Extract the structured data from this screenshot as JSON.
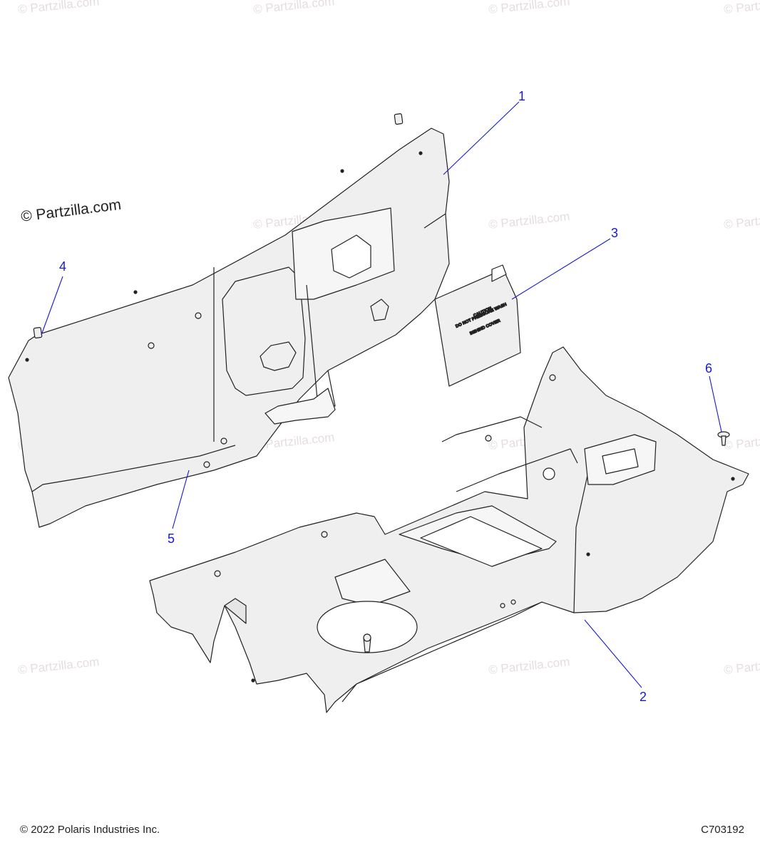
{
  "watermark": {
    "text": "© Partzilla.com",
    "color": "#e6dede"
  },
  "brand_watermark": "© Partzilla.com",
  "callouts": [
    {
      "id": "1",
      "label": "1"
    },
    {
      "id": "2",
      "label": "2"
    },
    {
      "id": "3",
      "label": "3"
    },
    {
      "id": "4",
      "label": "4"
    },
    {
      "id": "5",
      "label": "5"
    },
    {
      "id": "6",
      "label": "6"
    }
  ],
  "cover_label": {
    "line1": "CAUTION",
    "line2": "DO NOT PRESSURE WASH",
    "line3": "BEHIND COVER"
  },
  "footer": {
    "copyright": "© 2022 Polaris Industries Inc.",
    "diagram_code": "C703192"
  },
  "colors": {
    "callout": "#1a1acc",
    "part_fill": "#efefef",
    "part_stroke": "#222222"
  }
}
